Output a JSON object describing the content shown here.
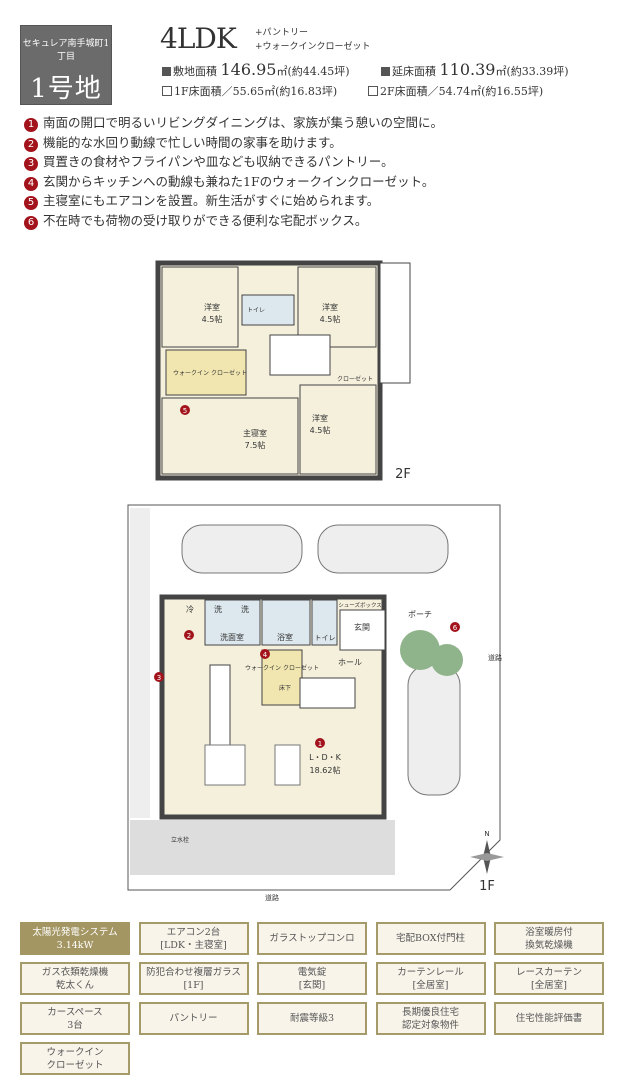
{
  "header": {
    "project": "セキュレア南手城町1丁目",
    "lot": "1号地",
    "layout": "4LDK",
    "extras": [
      "+パントリー",
      "+ウォークインクローゼット"
    ],
    "site_area_label": "敷地面積",
    "site_area": "146.95",
    "site_area_sub": "㎡(約44.45坪)",
    "floor_area_label": "延床面積",
    "floor_area": "110.39",
    "floor_area_sub": "㎡(約33.39坪)",
    "f1_area": "1F床面積／55.65㎡(約16.83坪)",
    "f2_area": "2F床面積／54.74㎡(約16.55坪)"
  },
  "features": [
    {
      "n": "1",
      "text": "南面の開口で明るいリビングダイニングは、家族が集う憩いの空間に。"
    },
    {
      "n": "2",
      "text": "機能的な水回り動線で忙しい時間の家事を助けます。"
    },
    {
      "n": "3",
      "text": "買置きの食材やフライパンや皿なども収納できるパントリー。"
    },
    {
      "n": "4",
      "text": "玄関からキッチンへの動線も兼ねた1Fのウォークインクローゼット。"
    },
    {
      "n": "5",
      "text": "主寝室にもエアコンを設置。新生活がすぐに始められます。"
    },
    {
      "n": "6",
      "text": "不在時でも荷物の受け取りができる便利な宅配ボックス。"
    }
  ],
  "plan2f": {
    "floor": "2F",
    "rooms": {
      "r1": "洋室",
      "r1s": "4.5帖",
      "r2": "洋室",
      "r2s": "4.5帖",
      "toilet": "トイレ",
      "wic": "ウォークイン\nクローゼット",
      "master": "主寝室",
      "masters": "7.5帖",
      "r3": "洋室",
      "r3s": "4.5帖",
      "closet": "クローゼット"
    }
  },
  "plan1f": {
    "floor": "1F",
    "rooms": {
      "fridge": "冷",
      "wash": "洗",
      "wash2": "洗",
      "washroom": "洗面室",
      "bath": "浴室",
      "toilet": "トイレ",
      "shoebox": "シューズボックス",
      "entrance": "玄関",
      "porch": "ポーチ",
      "hall": "ホール",
      "wic": "ウォークイン\nクローゼット",
      "underfloor": "床下",
      "ldk": "L・D・K",
      "ldks": "18.62帖",
      "faucet": "立水栓",
      "road": "道路",
      "road2": "道路",
      "north": "N"
    }
  },
  "equipment": [
    "太陽光発電システム\n3.14kW",
    "エアコン2台\n[LDK・主寝室]",
    "ガラストップコンロ",
    "宅配BOX付門柱",
    "浴室暖房付\n換気乾燥機",
    "ガス衣類乾燥機\n乾太くん",
    "防犯合わせ複層ガラス\n[1F]",
    "電気錠\n[玄関]",
    "カーテンレール\n[全居室]",
    "レースカーテン\n[全居室]",
    "カースペース\n3台",
    "パントリー",
    "耐震等級3",
    "長期優良住宅\n認定対象物件",
    "住宅性能評価書",
    "ウォークイン\nクローゼット"
  ],
  "colors": {
    "accent": "#a3131c",
    "gold": "#a39662",
    "room": "#f5f0dc",
    "header_box": "#6b6b6b"
  }
}
